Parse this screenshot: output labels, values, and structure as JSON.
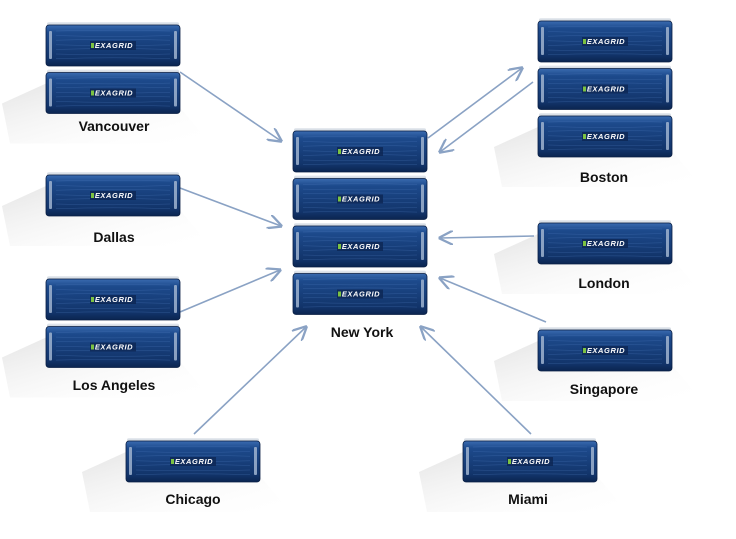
{
  "brand": {
    "logo_text": "EXAGRID",
    "unit_color_dark": "#0f2d5c",
    "unit_color_light": "#2f5fa3",
    "link_color": "#8aa2c4",
    "logo_accent": "#7cc242"
  },
  "hub": {
    "label": "New York",
    "unit_count": 4
  },
  "sites": [
    {
      "key": "vancouver",
      "label": "Vancouver",
      "unit_count": 2,
      "link": "to-hub"
    },
    {
      "key": "dallas",
      "label": "Dallas",
      "unit_count": 1,
      "link": "to-hub"
    },
    {
      "key": "los-angeles",
      "label": "Los Angeles",
      "unit_count": 2,
      "link": "to-hub"
    },
    {
      "key": "chicago",
      "label": "Chicago",
      "unit_count": 1,
      "link": "to-hub"
    },
    {
      "key": "boston",
      "label": "Boston",
      "unit_count": 3,
      "link": "bidirectional"
    },
    {
      "key": "london",
      "label": "London",
      "unit_count": 1,
      "link": "to-hub"
    },
    {
      "key": "singapore",
      "label": "Singapore",
      "unit_count": 1,
      "link": "to-hub"
    },
    {
      "key": "miami",
      "label": "Miami",
      "unit_count": 1,
      "link": "to-hub"
    }
  ]
}
